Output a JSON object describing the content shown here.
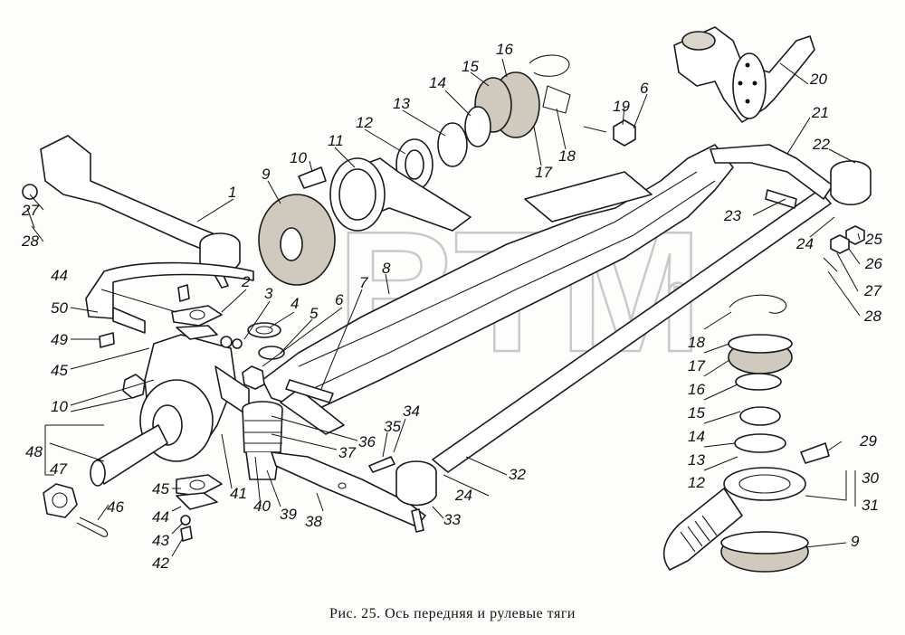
{
  "figure": {
    "caption": "Рис. 25. Ось передняя и рулевые тяги",
    "watermark": "ВТМ",
    "watermark_mark": "®"
  },
  "callouts": [
    {
      "id": "c1",
      "label": "1"
    },
    {
      "id": "c2",
      "label": "2"
    },
    {
      "id": "c3",
      "label": "3"
    },
    {
      "id": "c4",
      "label": "4"
    },
    {
      "id": "c5",
      "label": "5"
    },
    {
      "id": "c6a",
      "label": "6"
    },
    {
      "id": "c6b",
      "label": "6"
    },
    {
      "id": "c7",
      "label": "7"
    },
    {
      "id": "c8",
      "label": "8"
    },
    {
      "id": "c9a",
      "label": "9"
    },
    {
      "id": "c9b",
      "label": "9"
    },
    {
      "id": "c10a",
      "label": "10"
    },
    {
      "id": "c10b",
      "label": "10"
    },
    {
      "id": "c11",
      "label": "11"
    },
    {
      "id": "c12a",
      "label": "12"
    },
    {
      "id": "c12b",
      "label": "12"
    },
    {
      "id": "c13a",
      "label": "13"
    },
    {
      "id": "c13b",
      "label": "13"
    },
    {
      "id": "c14a",
      "label": "14"
    },
    {
      "id": "c14b",
      "label": "14"
    },
    {
      "id": "c15a",
      "label": "15"
    },
    {
      "id": "c15b",
      "label": "15"
    },
    {
      "id": "c16a",
      "label": "16"
    },
    {
      "id": "c16b",
      "label": "16"
    },
    {
      "id": "c17a",
      "label": "17"
    },
    {
      "id": "c17b",
      "label": "17"
    },
    {
      "id": "c18a",
      "label": "18"
    },
    {
      "id": "c18b",
      "label": "18"
    },
    {
      "id": "c19",
      "label": "19"
    },
    {
      "id": "c20",
      "label": "20"
    },
    {
      "id": "c21",
      "label": "21"
    },
    {
      "id": "c22",
      "label": "22"
    },
    {
      "id": "c23",
      "label": "23"
    },
    {
      "id": "c24a",
      "label": "24"
    },
    {
      "id": "c24b",
      "label": "24"
    },
    {
      "id": "c25",
      "label": "25"
    },
    {
      "id": "c26",
      "label": "26"
    },
    {
      "id": "c27a",
      "label": "27"
    },
    {
      "id": "c27b",
      "label": "27"
    },
    {
      "id": "c28a",
      "label": "28"
    },
    {
      "id": "c28b",
      "label": "28"
    },
    {
      "id": "c29",
      "label": "29"
    },
    {
      "id": "c30",
      "label": "30"
    },
    {
      "id": "c31",
      "label": "31"
    },
    {
      "id": "c32",
      "label": "32"
    },
    {
      "id": "c33",
      "label": "33"
    },
    {
      "id": "c34",
      "label": "34"
    },
    {
      "id": "c35",
      "label": "35"
    },
    {
      "id": "c36",
      "label": "36"
    },
    {
      "id": "c37",
      "label": "37"
    },
    {
      "id": "c38",
      "label": "38"
    },
    {
      "id": "c39",
      "label": "39"
    },
    {
      "id": "c40",
      "label": "40"
    },
    {
      "id": "c41",
      "label": "41"
    },
    {
      "id": "c42",
      "label": "42"
    },
    {
      "id": "c43",
      "label": "43"
    },
    {
      "id": "c44a",
      "label": "44"
    },
    {
      "id": "c44b",
      "label": "44"
    },
    {
      "id": "c45a",
      "label": "45"
    },
    {
      "id": "c45b",
      "label": "45"
    },
    {
      "id": "c46",
      "label": "46"
    },
    {
      "id": "c47",
      "label": "47"
    },
    {
      "id": "c48",
      "label": "48"
    },
    {
      "id": "c49",
      "label": "49"
    },
    {
      "id": "c50",
      "label": "50"
    }
  ]
}
